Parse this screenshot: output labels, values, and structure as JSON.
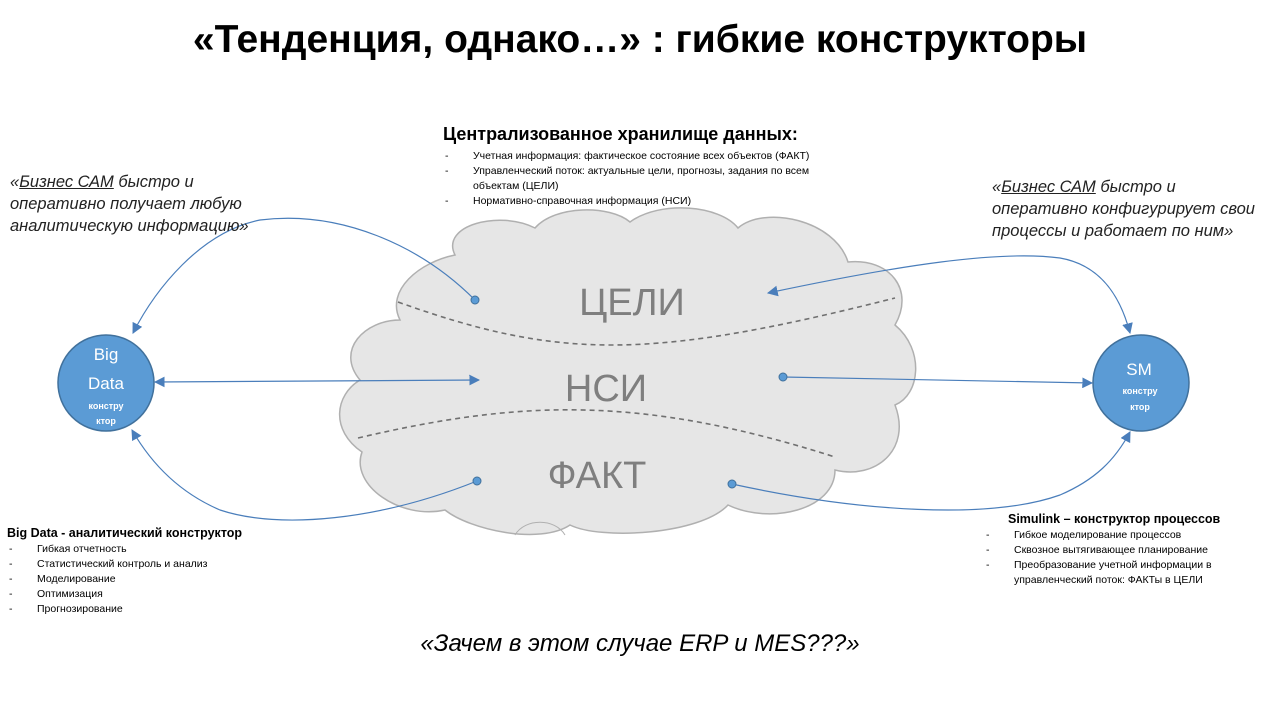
{
  "title": "«Тенденция, однако…» : гибкие конструкторы",
  "storage": {
    "heading": "Централизованное хранилище данных:",
    "items": [
      "Учетная информация: фактическое состояние всех объектов (ФАКТ)",
      "Управленческий поток: актуальные цели, прогнозы, задания по всем объектам (ЦЕЛИ)",
      "Нормативно-справочная информация (НСИ)"
    ]
  },
  "left_quote": {
    "open": "«",
    "underlined": "Бизнес САМ",
    "rest": " быстро и оперативно получает любую аналитическую информацию»"
  },
  "right_quote": {
    "open": "«",
    "underlined": "Бизнес САМ",
    "rest": " быстро и оперативно конфигурирует свои процессы и работает по ним»"
  },
  "cloud": {
    "goals": "ЦЕЛИ",
    "nsi": "НСИ",
    "fact": "ФАКТ"
  },
  "bigdata_node": {
    "line1": "Big",
    "line2": "Data",
    "sub1": "констру",
    "sub2": "ктор"
  },
  "sm_node": {
    "line1": "SM",
    "sub1": "констру",
    "sub2": "ктор"
  },
  "bigdata_block": {
    "heading": "Big Data -  аналитический конструктор",
    "items": [
      "Гибкая отчетность",
      "Статистический контроль и анализ",
      "Моделирование",
      "Оптимизация",
      "Прогнозирование"
    ]
  },
  "simulink_block": {
    "heading": "Simulink – конструктор процессов",
    "items": [
      "Гибкое моделирование процессов",
      "Сквозное  вытягивающее планирование",
      "Преобразование  учетной информации в управленческий поток:  ФАКТы  в ЦЕЛИ"
    ]
  },
  "bottom_question": "«Зачем в этом случае ERP и MES???»",
  "colors": {
    "node_fill": "#5b9bd5",
    "node_stroke": "#41719c",
    "arrow": "#4a7ebb",
    "cloud_fill": "#e6e6e6",
    "cloud_stroke": "#b0b0b0",
    "cloud_text": "#7f7f7f"
  }
}
